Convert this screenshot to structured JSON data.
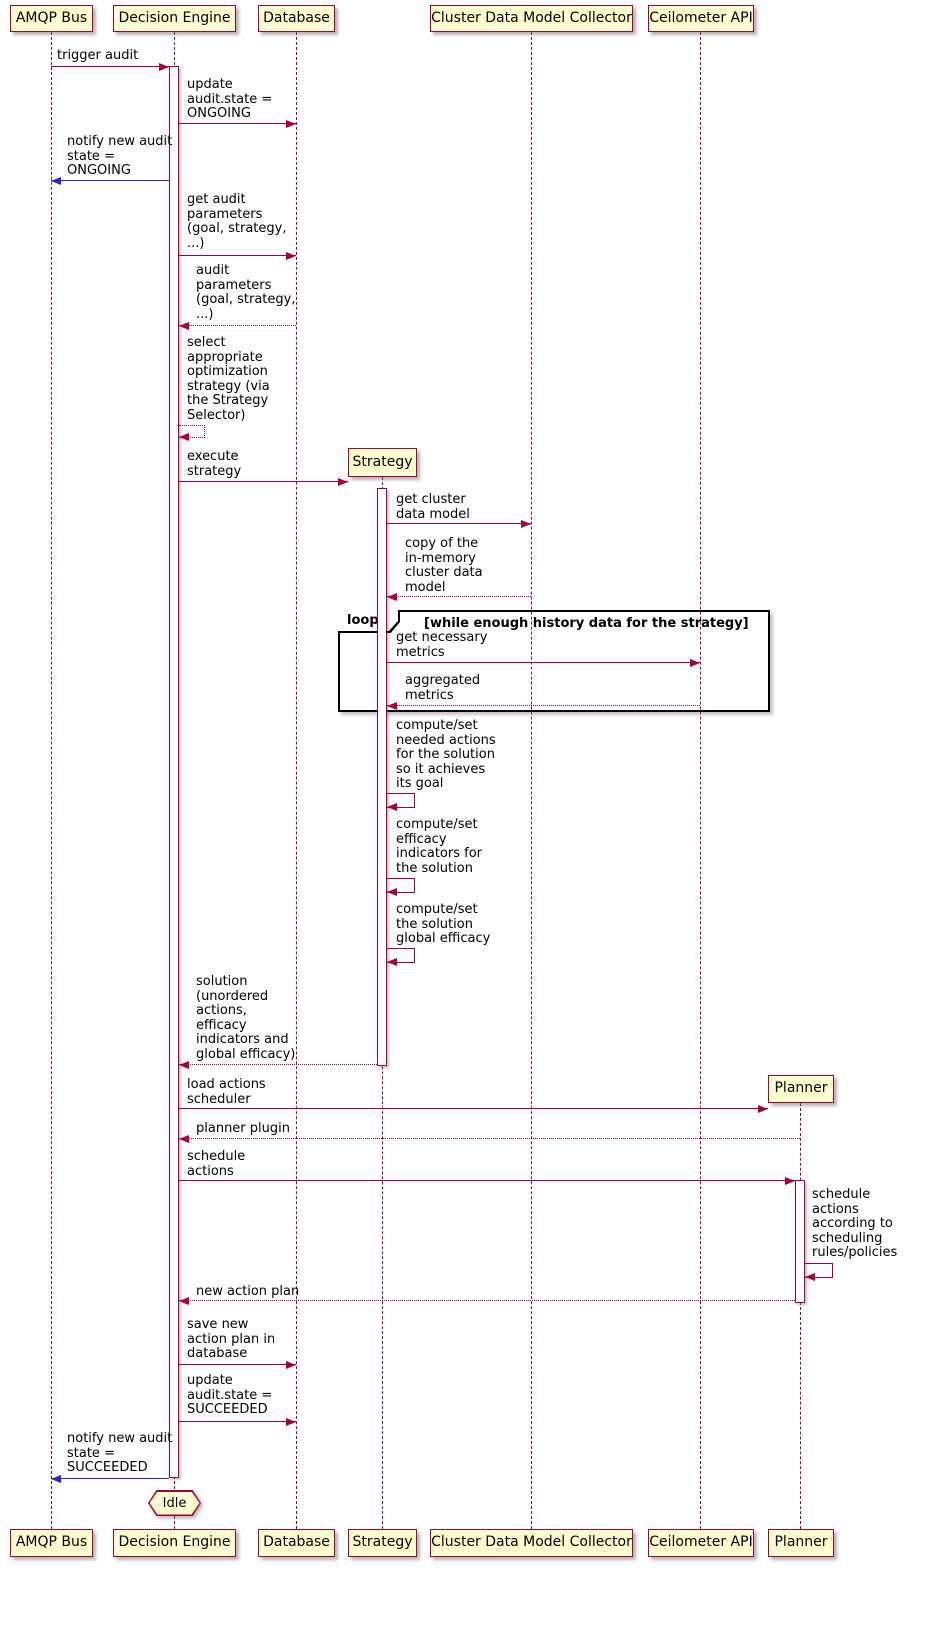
{
  "diagram_type": "uml-sequence",
  "colors": {
    "participant_fill": "#FEFECE",
    "participant_border": "#A80036",
    "arrow": "#A80036",
    "notify_arrow": "#2525C8",
    "lifeline": "#A80036",
    "frame_border": "#000000",
    "text": "#000000"
  },
  "participants": {
    "amqp": {
      "label": "AMQP Bus"
    },
    "decision_engine": {
      "label": "Decision Engine"
    },
    "database": {
      "label": "Database"
    },
    "strategy": {
      "label": "Strategy"
    },
    "collector": {
      "label": "Cluster Data Model Collector"
    },
    "ceilometer": {
      "label": "Ceilometer API"
    },
    "planner": {
      "label": "Planner"
    }
  },
  "loop_frame": {
    "keyword": "loop",
    "condition": "[while enough history data for the strategy]"
  },
  "end_state": {
    "label": "Idle"
  },
  "messages": {
    "trigger_audit": "trigger audit",
    "update_state_ongoing": "update\naudit.state =\nONGOING",
    "notify_ongoing": "notify new audit\nstate =\nONGOING",
    "get_audit_params": "get audit\nparameters\n(goal, strategy,\n...)",
    "audit_params_return": "audit\nparameters\n(goal, strategy,\n...)",
    "select_strategy": "select\nappropriate\noptimization\nstrategy (via\nthe Strategy\nSelector)",
    "execute_strategy": "execute\nstrategy",
    "get_cluster_model": "get cluster\ndata model",
    "cluster_model_return": "copy of the\nin-memory\ncluster data\nmodel",
    "get_metrics": "get necessary\nmetrics",
    "aggregated_metrics": "aggregated\nmetrics",
    "compute_actions": "compute/set\nneeded actions\nfor the solution\nso it achieves\nits goal",
    "compute_efficacy": "compute/set\nefficacy\nindicators for\nthe solution",
    "compute_global_efficacy": "compute/set\nthe solution\nglobal efficacy",
    "solution_return": "solution\n(unordered\nactions,\nefficacy\nindicators and\nglobal efficacy)",
    "load_scheduler": "load actions\nscheduler",
    "planner_plugin": "planner plugin",
    "schedule_actions": "schedule\nactions",
    "schedule_self": "schedule\nactions\naccording to\nscheduling\nrules/policies",
    "new_action_plan": "new action plan",
    "save_action_plan": "save new\naction plan in\ndatabase",
    "update_state_succeeded": "update\naudit.state =\nSUCCEEDED",
    "notify_succeeded": "notify new audit\nstate =\nSUCCEEDED"
  }
}
